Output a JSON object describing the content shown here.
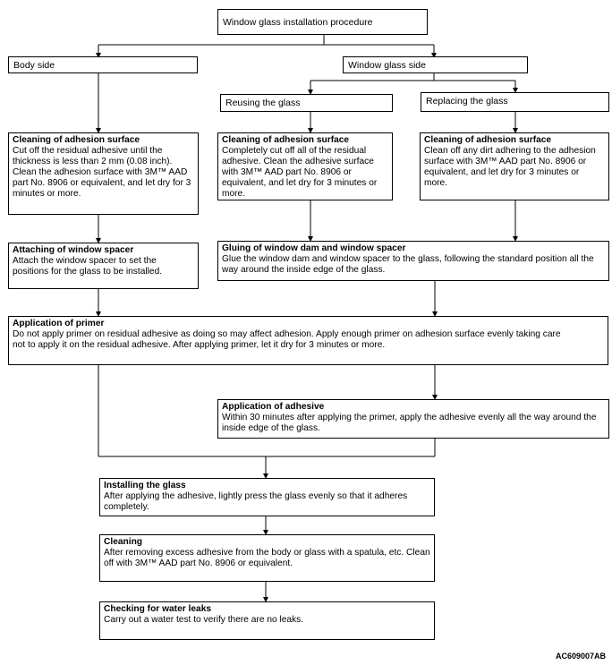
{
  "start": {
    "label": "Window glass installation procedure"
  },
  "body_side": {
    "label": "Body side"
  },
  "glass_side": {
    "label": "Window glass side"
  },
  "reusing": {
    "label": "Reusing the glass"
  },
  "replacing": {
    "label": "Replacing  the glass"
  },
  "clean_body": {
    "title": "Cleaning of adhesion surface",
    "text": "Cut off the residual adhesive until the thickness is less than 2 mm (0.08 inch). Clean the adhesion surface with 3M™ AAD part No. 8906 or equivalent, and let dry for 3 minutes or more."
  },
  "clean_reuse": {
    "title": "Cleaning of adhesion surface",
    "text": "Completely cut off all of the residual adhesive. Clean the adhesive surface with 3M™ AAD part No. 8906 or equivalent, and let dry for 3 minutes or more."
  },
  "clean_replace": {
    "title": "Cleaning of adhesion surface",
    "text": "Clean off any dirt adhering to the adhesion surface with 3M™ AAD part No. 8906 or equivalent, and let dry for 3 minutes or more."
  },
  "spacer": {
    "title": "Attaching of window spacer",
    "text": "Attach the window spacer to set the positions for the glass to be installed."
  },
  "gluing": {
    "title": "Gluing of window dam and window spacer",
    "text": "Glue the window dam and window spacer to the glass, following the standard position all the way around the inside edge of the glass."
  },
  "primer": {
    "title": "Application of primer",
    "text": "Do not apply primer on residual adhesive as doing so may affect adhesion. Apply enough primer on adhesion surface evenly taking care not to apply it on the residual adhesive. After applying primer, let it dry for 3 minutes or more."
  },
  "adhesive": {
    "title": "Application of adhesive",
    "text": "Within 30 minutes after applying the primer, apply the adhesive evenly all the way around the inside edge of the glass."
  },
  "install": {
    "title": "Installing the glass",
    "text": "After applying the adhesive, lightly  press the glass evenly so that it adheres completely."
  },
  "cleaning": {
    "title": "Cleaning",
    "text": "After removing excess adhesive from the body or glass with a spatula, etc. Clean off  with 3M™ AAD part No. 8906 or equivalent."
  },
  "water": {
    "title": "Checking for water  leaks",
    "text": "Carry out a water test to verify there are no leaks."
  },
  "figure_id": "AC609007AB"
}
